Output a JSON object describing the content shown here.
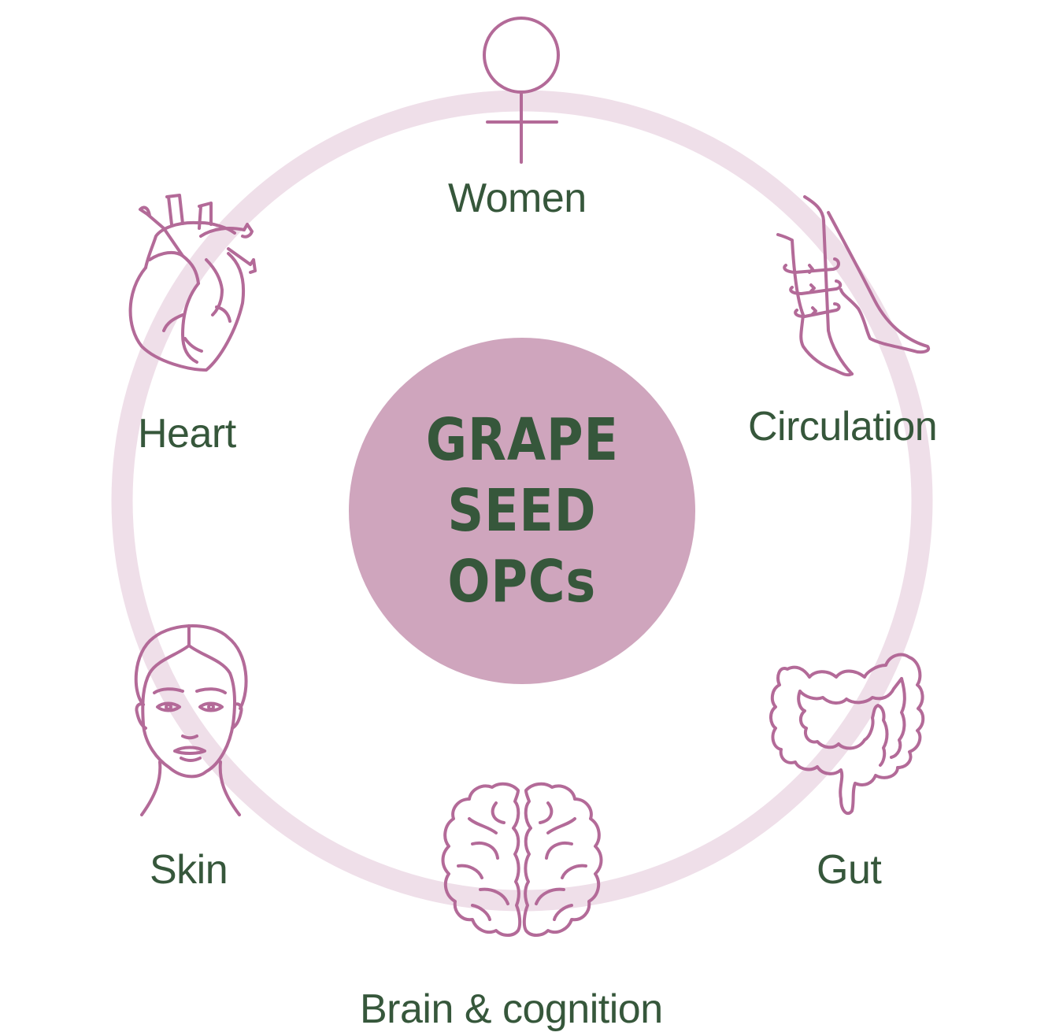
{
  "diagram": {
    "center": {
      "lines": [
        "GRAPE",
        "SEED",
        "OPCs"
      ]
    },
    "items": [
      {
        "label": "Women",
        "icon": "female-symbol-icon"
      },
      {
        "label": "Circulation",
        "icon": "leg-compression-icon"
      },
      {
        "label": "Gut",
        "icon": "intestine-icon"
      },
      {
        "label": "Brain & cognition",
        "icon": "brain-icon"
      },
      {
        "label": "Skin",
        "icon": "face-icon"
      },
      {
        "label": "Heart",
        "icon": "heart-anatomy-icon"
      }
    ],
    "colors": {
      "ring": "#efdfe9",
      "center_fill": "#cfa5bd",
      "icon_stroke": "#b36a98",
      "text": "#36573b"
    }
  }
}
